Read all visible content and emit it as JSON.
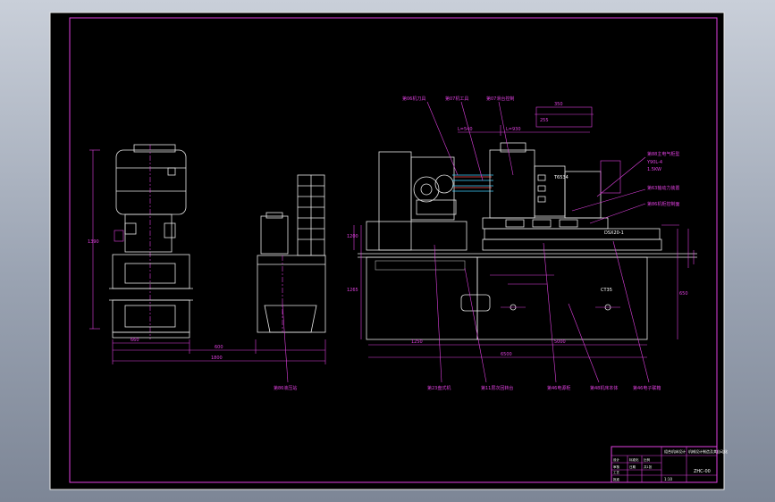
{
  "drawing": {
    "callouts": [
      {
        "id": "c1",
        "label": "第86液压站"
      },
      {
        "id": "c2",
        "label": "第23盘式机"
      },
      {
        "id": "c3",
        "label": "第11层次回转台"
      },
      {
        "id": "c4",
        "label": "第46电源柜"
      },
      {
        "id": "c5",
        "label": "第48机床本体"
      },
      {
        "id": "c6",
        "label": "第46电子联箱"
      },
      {
        "id": "c7",
        "label": "第06机刀具"
      },
      {
        "id": "c8",
        "label": "第07机工具"
      },
      {
        "id": "c9",
        "label": "第07滑台控制"
      },
      {
        "id": "c10",
        "label": "第88主电气柜型"
      },
      {
        "id": "c11",
        "label": "第63轴动力装置"
      },
      {
        "id": "c12",
        "label": "第86机柜控制面"
      }
    ],
    "motor_spec_lines": [
      "Y90L-4",
      "1.5KW"
    ],
    "machine_label": "T6534",
    "base_label": "DSX20-1",
    "code_label": "CT35",
    "dimensions": [
      "350",
      "255",
      "L=540",
      "L=930",
      "1390",
      "1200",
      "1265",
      "660",
      "600",
      "1800",
      "650",
      "1250",
      "5000",
      "6500"
    ],
    "title_block": {
      "project": "组合机床设计",
      "drawing_no": "ZHC-00",
      "company": "机械设计制造及其自动化",
      "scale": "1:10",
      "cells": [
        "设计",
        "审核",
        "工艺",
        "批准",
        "标准化",
        "日期",
        "比例",
        "共1张"
      ]
    }
  }
}
